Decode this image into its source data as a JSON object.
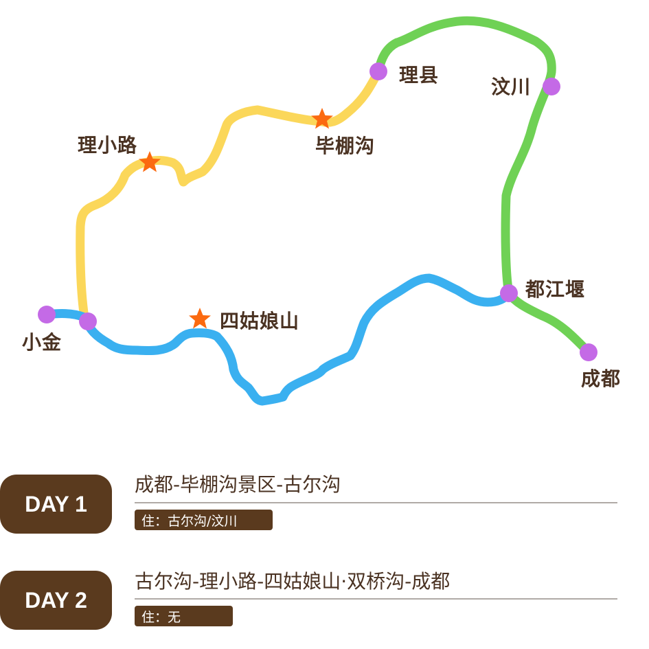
{
  "map": {
    "colors": {
      "green_route": "#6fd155",
      "yellow_route": "#fbd75a",
      "blue_route": "#3ab0f0",
      "node": "#c46ae6",
      "star": "#fb6a10",
      "label": "#4a3222"
    },
    "places": [
      {
        "name": "理县",
        "type": "node"
      },
      {
        "name": "汶川",
        "type": "node"
      },
      {
        "name": "毕棚沟",
        "type": "star"
      },
      {
        "name": "理小路",
        "type": "star"
      },
      {
        "name": "四姑娘山",
        "type": "star"
      },
      {
        "name": "小金",
        "type": "node"
      },
      {
        "name": "都江堰",
        "type": "node"
      },
      {
        "name": "成都",
        "type": "node"
      }
    ],
    "labels": {
      "lixian": "理县",
      "wenchuan": "汶川",
      "bipenggou": "毕棚沟",
      "lixiaolu": "理小路",
      "siguniangshan": "四姑娘山",
      "xiaojin": "小金",
      "dujiangyan": "都江堰",
      "chengdu": "成都"
    }
  },
  "itinerary": [
    {
      "day": "DAY 1",
      "route": "成都-毕棚沟景区-古尔沟",
      "stay": "住：古尔沟/汶川"
    },
    {
      "day": "DAY 2",
      "route": "古尔沟-理小路-四姑娘山·双桥沟-成都",
      "stay": "住：无"
    }
  ],
  "colors": {
    "badge_bg": "#5a3a1e",
    "text": "#4a3222",
    "divider": "#b0aaa6"
  }
}
